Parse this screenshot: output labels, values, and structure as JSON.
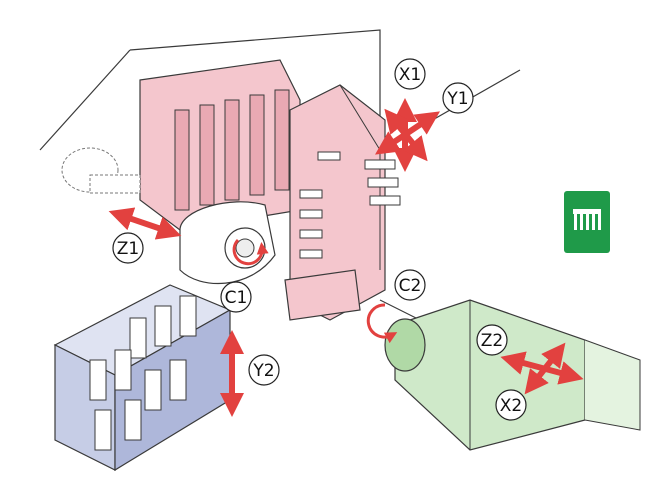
{
  "colors": {
    "upper_turret": "#f4c6cd",
    "upper_turret_shade": "#e9a9b3",
    "lower_block": "#c6cde6",
    "lower_block_shade": "#a7b1d4",
    "sub_spindle": "#cfe9c9",
    "sub_spindle_shade": "#b0d9a6",
    "arrow": "#e2413f",
    "line": "#3a3a3a",
    "tab": "#1f9a49"
  },
  "labels": {
    "x1": "X1",
    "y1": "Y1",
    "z1": "Z1",
    "c1": "C1",
    "c2": "C2",
    "z2": "Z2",
    "x2": "X2",
    "y2": "Y2"
  },
  "icons": {
    "side_tab": "comb-icon"
  }
}
